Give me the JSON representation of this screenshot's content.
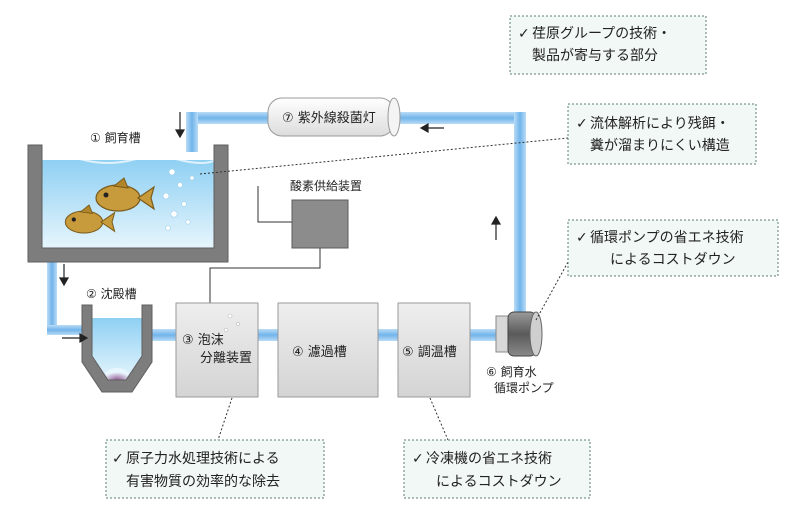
{
  "notes": {
    "contribution": {
      "check": "✓",
      "line1": "荏原グループの技術・",
      "line2": "製品が寄与する部分"
    },
    "fluid": {
      "check": "✓",
      "line1": "流体解析により残餌・",
      "line2": "糞が溜まりにくい構造"
    },
    "pump_energy": {
      "check": "✓",
      "line1": "循環ポンプの省エネ技術",
      "line2": "によるコストダウン"
    },
    "atomic": {
      "check": "✓",
      "line1": "原子力水処理技術による",
      "line2": "有害物質の効率的な除去"
    },
    "chiller": {
      "check": "✓",
      "line1": "冷凍機の省エネ技術",
      "line2": "によるコストダウン"
    }
  },
  "labels": {
    "uv": "⑦ 紫外線殺菌灯",
    "tank": "① 飼育槽",
    "oxygen": "酸素供給装置",
    "settling": "② 沈殿槽",
    "foam_line1": "③ 泡沫",
    "foam_line2": "分離装置",
    "filter": "④ 濾過槽",
    "temp": "⑤ 調温槽",
    "pump_line1": "⑥ 飼育水",
    "pump_line2": "循環ポンプ"
  },
  "colors": {
    "pipe": "#8ec3ef",
    "tank_wall": "#7d7d7d",
    "water": "#bfe3f6",
    "box_fill": "#e3e3e3",
    "oxygen_box": "#8c8c8c",
    "fish": "#c79a3b",
    "note_fill": "#f1f8f5",
    "note_border": "#5a7f74"
  },
  "icons": [
    "fish-icon",
    "bubble-icon",
    "arrow-icon",
    "pump-icon",
    "check-icon"
  ]
}
